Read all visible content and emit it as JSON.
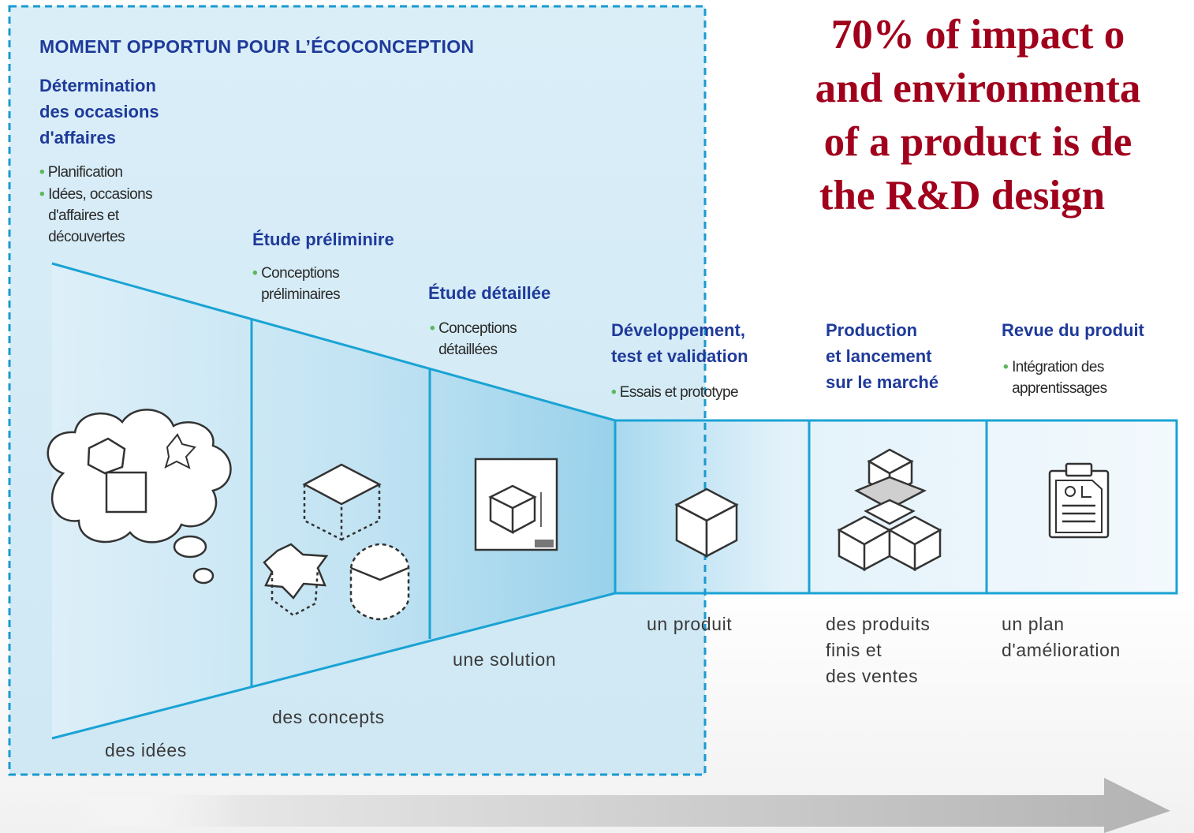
{
  "header_title": "MOMENT OPPORTUN POUR L’ÉCOCONCEPTION",
  "impact_text": [
    "70% of impact o",
    "and environmenta",
    "of a product is de",
    "the R&D design"
  ],
  "stages": [
    {
      "title": "Détermination\ndes occasions\nd'affaires",
      "bullets": [
        "Planification",
        "Idées, occasions\nd'affaires et\ndécouvertes"
      ]
    },
    {
      "title": "Étude préliminire",
      "bullets": [
        "Conceptions\npréliminaires"
      ]
    },
    {
      "title": "Étude détaillée",
      "bullets": [
        "Conceptions\ndétaillées"
      ]
    },
    {
      "title": "Développement,\ntest et validation",
      "bullets": [
        "Essais et prototype"
      ]
    },
    {
      "title": "Production\net lancement\nsur le marché",
      "bullets": []
    },
    {
      "title": "Revue du produit",
      "bullets": [
        "Intégration des\napprentissages"
      ]
    }
  ],
  "outputs": [
    "des idées",
    "des concepts",
    "une solution",
    "un produit",
    "des produits\nfinis et\ndes ventes",
    "un plan\nd'amélioration"
  ],
  "colors": {
    "accent_blue": "#1f3a9a",
    "line_blue": "#1aa3d4",
    "impact_red": "#a0001c",
    "bullet_green": "#5bb85b",
    "dashed_border": "#1a9ad0",
    "arrow_gray": "#bdbdbd"
  },
  "icons": [
    "thought-cloud-icon",
    "wireframe-boxes-icon",
    "technical-drawing-icon",
    "cube-icon",
    "stacked-boxes-icon",
    "clipboard-report-icon",
    "timeline-arrow-icon"
  ]
}
